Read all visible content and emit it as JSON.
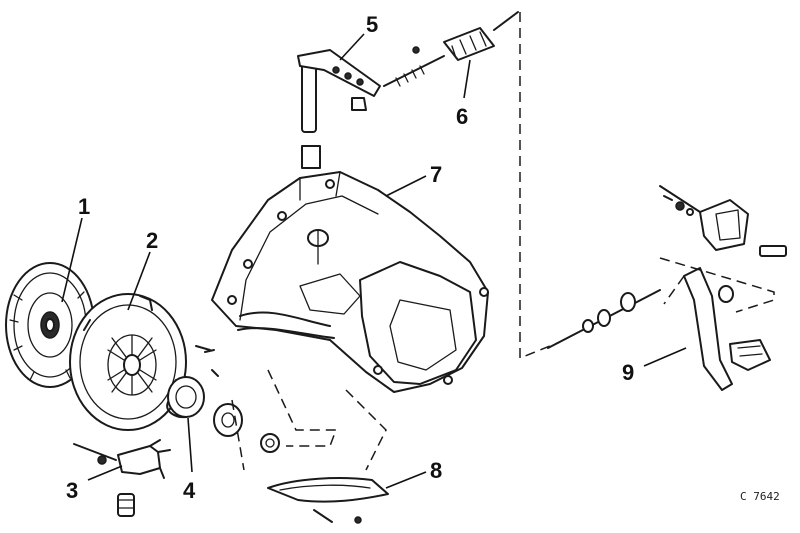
{
  "callouts": [
    {
      "id": "1",
      "label": "1"
    },
    {
      "id": "2",
      "label": "2"
    },
    {
      "id": "3",
      "label": "3"
    },
    {
      "id": "4",
      "label": "4"
    },
    {
      "id": "5",
      "label": "5"
    },
    {
      "id": "6",
      "label": "6"
    },
    {
      "id": "7",
      "label": "7"
    },
    {
      "id": "8",
      "label": "8"
    },
    {
      "id": "9",
      "label": "9"
    }
  ],
  "reference_code": "C 7642"
}
